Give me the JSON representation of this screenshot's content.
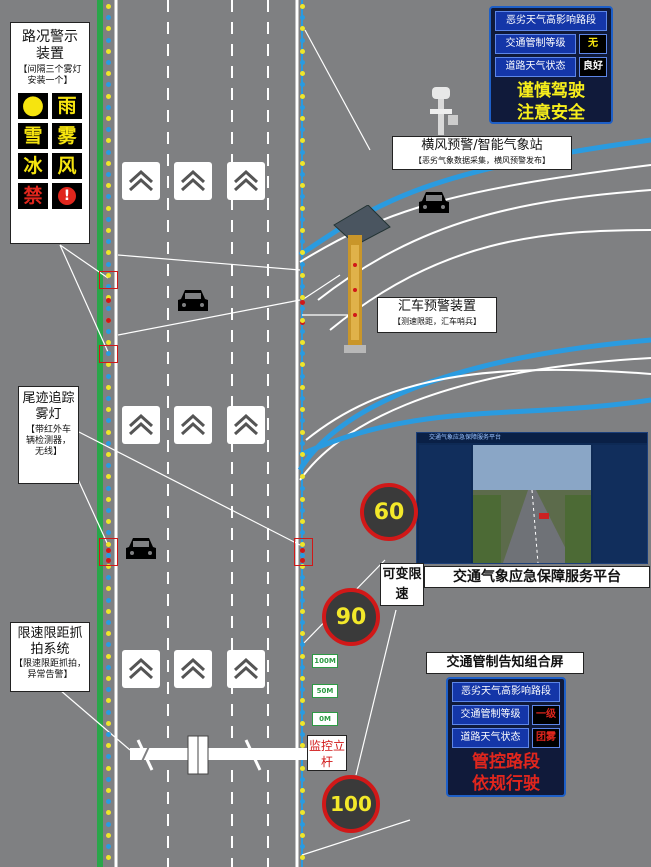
{
  "left_panel": {
    "title": "路况警示装置",
    "note": "【间隔三个雾灯安装一个】",
    "legend": [
      {
        "symbol": "●",
        "color": "#f6e40f",
        "icon": "yellow-light-icon"
      },
      {
        "symbol": "雨",
        "color": "#f6e40f"
      },
      {
        "symbol": "雪",
        "color": "#f6e40f"
      },
      {
        "symbol": "雾",
        "color": "#f6e40f"
      },
      {
        "symbol": "冰",
        "color": "#f6e40f"
      },
      {
        "symbol": "风",
        "color": "#f6e40f"
      },
      {
        "symbol": "禁",
        "color": "#e0261d"
      },
      {
        "symbol": "!",
        "color": "#e0261d",
        "icon": "warning-circle-icon"
      }
    ]
  },
  "trail_fog_light": {
    "title": "尾迹追踪雾灯",
    "note": "【带红外车辆检测器，无线】"
  },
  "speed_capture": {
    "title": "限速限距抓拍系统",
    "note": "【限速限距抓拍，异常告警】"
  },
  "top_vms": {
    "header": "恶劣天气高影响路段",
    "rows": [
      {
        "key": "交通管制等级",
        "value": "无",
        "color": "#f6e40f"
      },
      {
        "key": "道路天气状态",
        "value": "良好",
        "color": "#ffffff"
      }
    ],
    "slogan_line1": "谨慎驾驶",
    "slogan_line2": "注意安全"
  },
  "weather_station": {
    "title": "横风预警/智能气象站",
    "note": "【恶劣气象数据采集，横风预警发布】"
  },
  "merge_warning": {
    "title": "汇车预警装置",
    "note": "【测速限距，汇车哨兵】"
  },
  "platform": {
    "caption": "交通气象应急保障服务平台",
    "screen_title": "交通气象应急保障服务平台"
  },
  "variable_speed_label": "可变限速",
  "speed_signs": [
    "60",
    "90",
    "100"
  ],
  "distance_markers": [
    "100M",
    "50M",
    "0M"
  ],
  "monitor_pole": "监控立杆",
  "bottom_vms": {
    "caption": "交通管制告知组合屏",
    "header": "恶劣天气高影响路段",
    "rows": [
      {
        "key": "交通管制等级",
        "value": "一级",
        "color": "#e0261d"
      },
      {
        "key": "道路天气状态",
        "value": "团雾",
        "color": "#e0261d"
      }
    ],
    "slogan_line1": "管控路段",
    "slogan_line2": "依规行驶"
  }
}
